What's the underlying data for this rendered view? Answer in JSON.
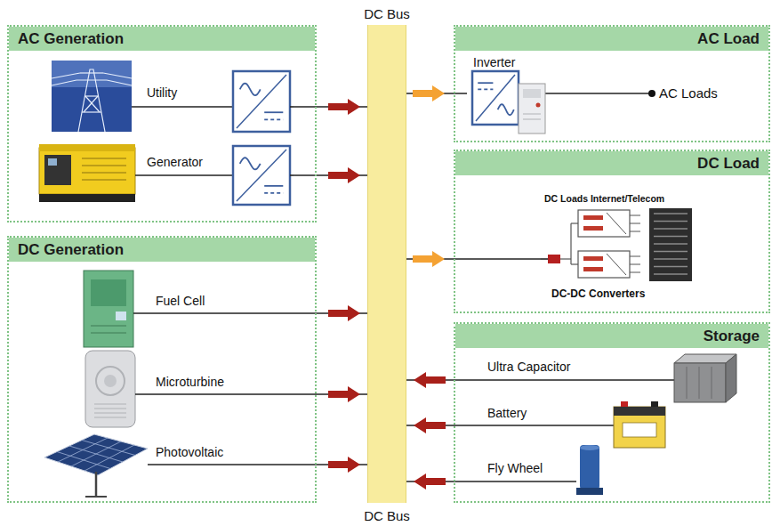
{
  "diagram": {
    "nodes": [
      {
        "text": [
          "DC Bus",
          "DC Bus"
        ]
      },
      {
        "text": [
          "AC Generation"
        ]
      },
      {
        "text": [
          "Utility"
        ],
        "in": 1
      },
      {
        "text": [
          "Generator"
        ],
        "in": 1
      },
      {
        "text": [
          "AC Load"
        ]
      },
      {
        "text": [
          "Inverter"
        ],
        "in": 4
      },
      {
        "text": [
          "DC Load"
        ]
      },
      {
        "text": [
          "DC Loads Internet/Telecom",
          "DC-DC Converters"
        ],
        "in": 6
      },
      {
        "text": [
          "DC Generation"
        ]
      },
      {
        "text": [
          "Fuel Cell"
        ],
        "in": 8
      },
      {
        "text": [
          "Microturbine"
        ],
        "in": 8
      },
      {
        "text": [
          "Photovoltaic"
        ],
        "in": 8
      },
      {
        "text": [
          "Storage"
        ]
      },
      {
        "text": [
          "Ultra Capacitor"
        ],
        "in": 12
      },
      {
        "text": [
          "Battery"
        ],
        "in": 12
      },
      {
        "text": [
          "Fly Wheel"
        ],
        "in": 12
      }
    ],
    "edges": [
      {
        "from": 2,
        "to": 0,
        "arrow": "to"
      },
      {
        "from": 3,
        "to": 0,
        "arrow": "to"
      },
      {
        "from": 0,
        "to": 5,
        "arrow": "to"
      },
      {
        "from": 0,
        "to": 7,
        "arrow": "to"
      },
      {
        "from": 9,
        "to": 0,
        "arrow": "to"
      },
      {
        "from": 10,
        "to": 0,
        "arrow": "to"
      },
      {
        "from": 11,
        "to": 0,
        "arrow": "to"
      },
      {
        "from": 13,
        "to": 0,
        "arrow": "to"
      },
      {
        "from": 14,
        "to": 0,
        "arrow": "to"
      },
      {
        "from": 15,
        "to": 0,
        "arrow": "to"
      }
    ],
    "labels": [
      "AC Loads"
    ]
  }
}
